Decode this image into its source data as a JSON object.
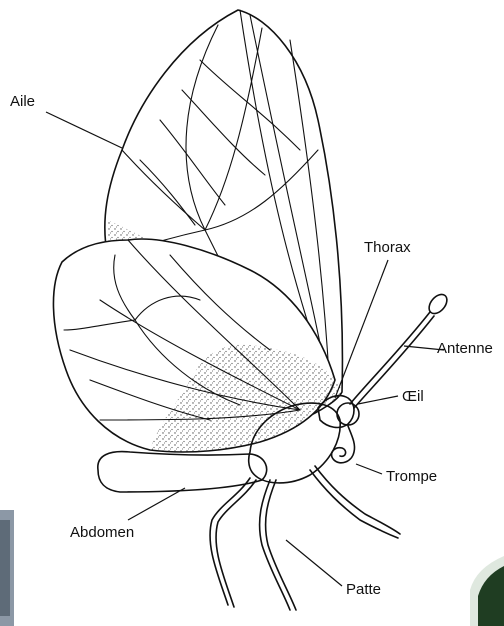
{
  "labels": {
    "aile": "Aile",
    "thorax": "Thorax",
    "antenne": "Antenne",
    "oeil": "Œil",
    "trompe": "Trompe",
    "abdomen": "Abdomen",
    "patte": "Patte"
  },
  "colors": {
    "ink": "#111111",
    "background": "#ffffff",
    "corner_tile": "#7a8a9a",
    "corner_dark": "#1f3d22"
  }
}
